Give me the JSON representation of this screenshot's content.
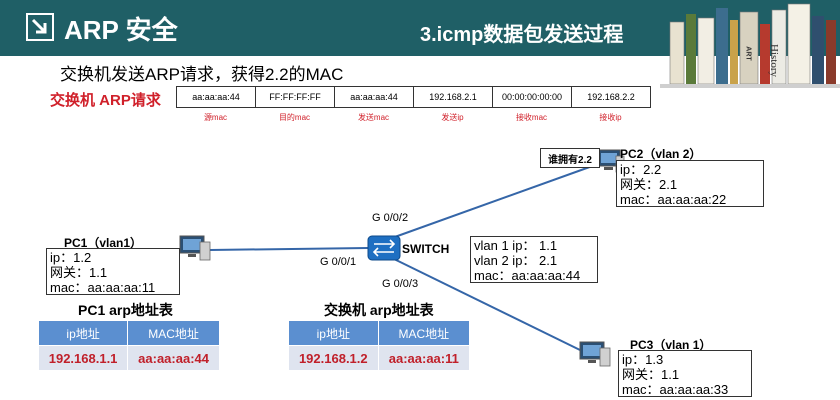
{
  "header": {
    "title": "ARP 安全",
    "section_title": "3.icmp数据包发送过程",
    "book_spine_1": "ART",
    "book_spine_2": "History",
    "accent_color": "#1f5f66"
  },
  "subtitle": "交换机发送ARP请求，获得2.2的MAC",
  "arp_request": {
    "label": "交换机   ARP请求",
    "fields": [
      {
        "value": "aa:aa:aa:44",
        "caption": "源mac"
      },
      {
        "value": "FF:FF:FF:FF",
        "caption": "目的mac"
      },
      {
        "value": "aa:aa:aa:44",
        "caption": "发送mac"
      },
      {
        "value": "192.168.2.1",
        "caption": "发送ip"
      },
      {
        "value": "00:00:00:00:00",
        "caption": "接收mac"
      },
      {
        "value": "192.168.2.2",
        "caption": "接收ip"
      }
    ]
  },
  "callout": "谁拥有2.2",
  "pc1": {
    "name": "PC1（vlan1）",
    "ip": "ip：1.2",
    "gateway": "网关：1.1",
    "mac": "mac：aa:aa:aa:11"
  },
  "pc2": {
    "name": "PC2（vlan 2）",
    "ip": "ip：2.2",
    "gateway": "网关：2.1",
    "mac": "mac：aa:aa:aa:22"
  },
  "pc3": {
    "name": "PC3（vlan 1）",
    "ip": "ip：1.3",
    "gateway": "网关：1.1",
    "mac": "mac：aa:aa:aa:33"
  },
  "switch": {
    "name": "SWITCH",
    "port_pc2": "G 0/0/2",
    "port_pc1": "G 0/0/1",
    "port_pc3": "G 0/0/3",
    "vlan1_ip": "vlan 1 ip：  1.1",
    "vlan2_ip": "vlan 2 ip：  2.1",
    "mac": "mac：aa:aa:aa:44"
  },
  "pc1_arp_table": {
    "title": "PC1 arp地址表",
    "headers": [
      "ip地址",
      "MAC地址"
    ],
    "rows": [
      [
        "192.168.1.1",
        "aa:aa:aa:44"
      ]
    ]
  },
  "switch_arp_table": {
    "title": "交换机 arp地址表",
    "headers": [
      "ip地址",
      "MAC地址"
    ],
    "rows": [
      [
        "192.168.1.2",
        "aa:aa:aa:11"
      ]
    ]
  }
}
